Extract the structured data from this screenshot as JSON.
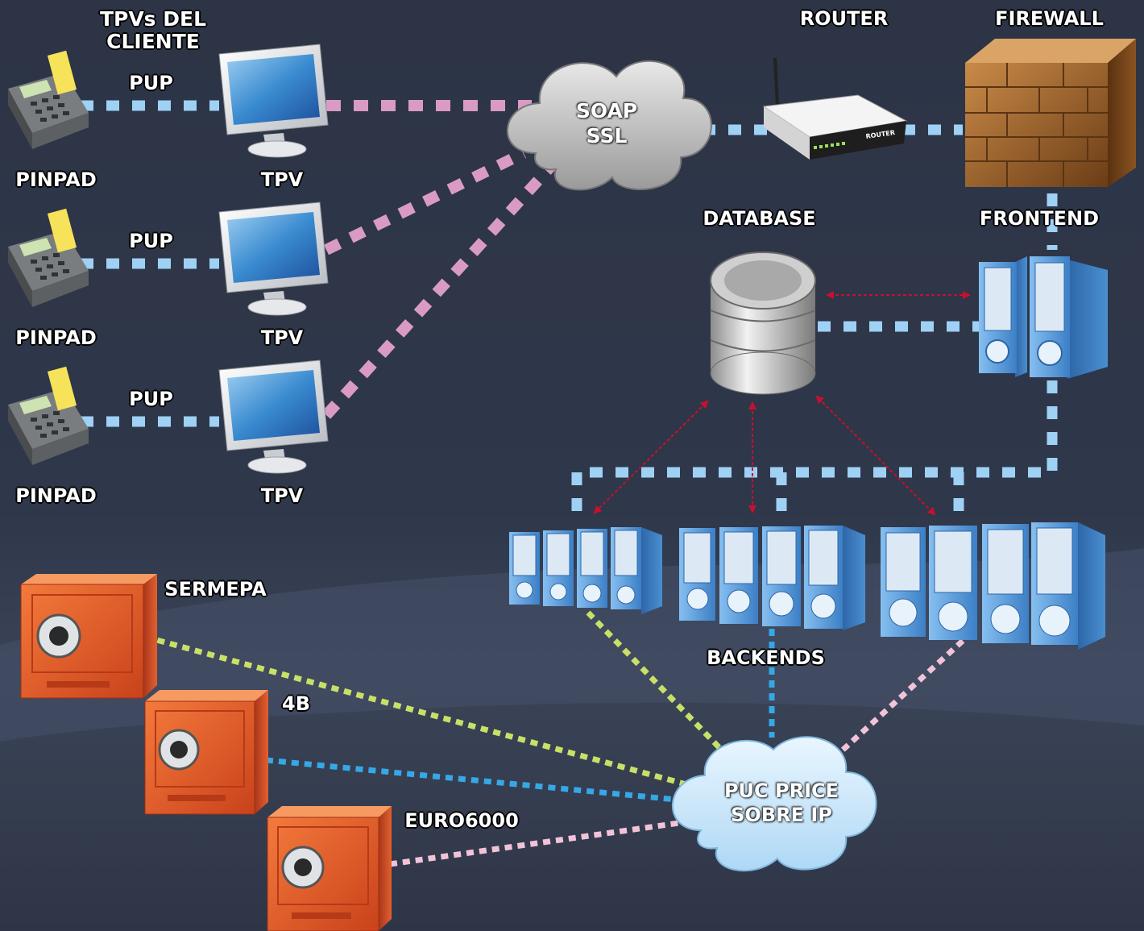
{
  "title": "TPVs DEL\nCLIENTE",
  "router_label": "ROUTER",
  "firewall_label": "FIREWALL",
  "database_label": "DATABASE",
  "frontend_label": "FRONTEND",
  "backends_label": "BACKENDS",
  "soap_cloud": "SOAP\nSSL",
  "puc_cloud": "PUC PRICE\nSOBRE IP",
  "router_device_text": "ROUTER",
  "client_rows": [
    {
      "pinpad": "PINPAD",
      "link": "PUP",
      "tpv": "TPV"
    },
    {
      "pinpad": "PINPAD",
      "link": "PUP",
      "tpv": "TPV"
    },
    {
      "pinpad": "PINPAD",
      "link": "PUP",
      "tpv": "TPV"
    }
  ],
  "providers": [
    {
      "name": "SERMEPA"
    },
    {
      "name": "4B"
    },
    {
      "name": "EURO6000"
    }
  ],
  "colors": {
    "background": "#2c3446",
    "link_blue": "#9fd1f5",
    "link_pink": "#d99bc4",
    "link_green": "#c9e067",
    "link_cyan": "#35a8e6",
    "link_lightpink": "#f2c3d8",
    "db_arrow_red": "#c8102e",
    "safe_orange": "#e65a2a",
    "server_blue": "#4a8fd1"
  }
}
